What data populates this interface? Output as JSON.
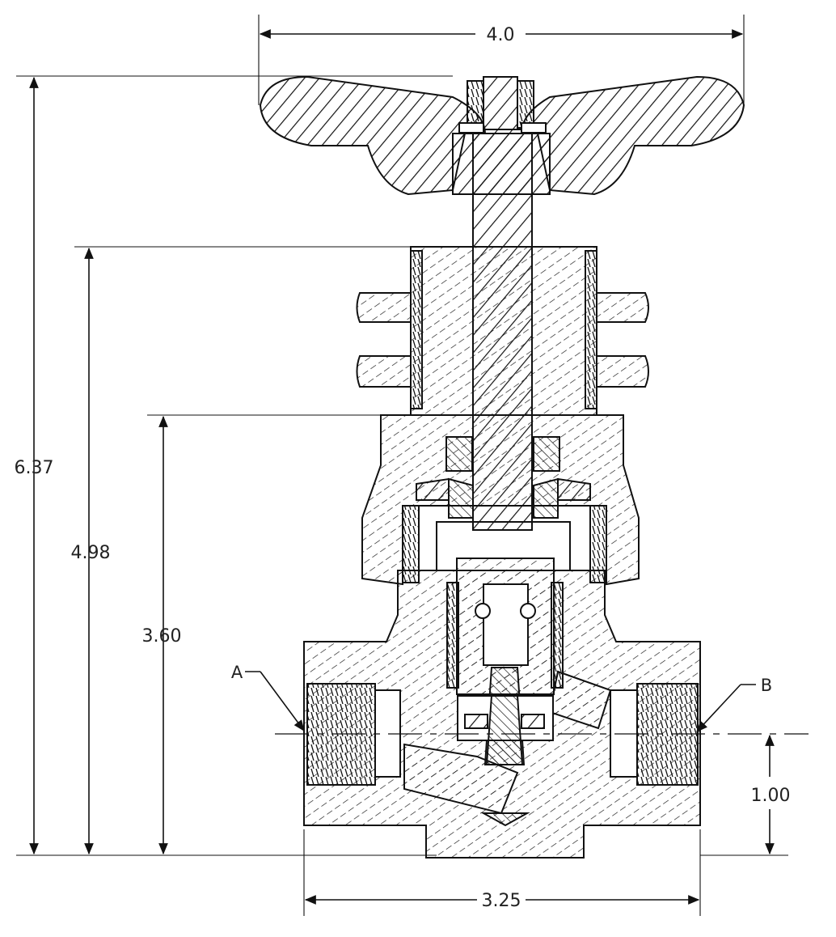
{
  "dimensions": {
    "overall_width": "4.0",
    "overall_height": "6.37",
    "bonnet_height": "4.98",
    "body_height": "3.60",
    "port_centerline_height": "1.00",
    "body_length": "3.25"
  },
  "callouts": {
    "port_a": "A",
    "port_b": "B"
  },
  "colors": {
    "line": "#111111",
    "background": "#ffffff"
  }
}
